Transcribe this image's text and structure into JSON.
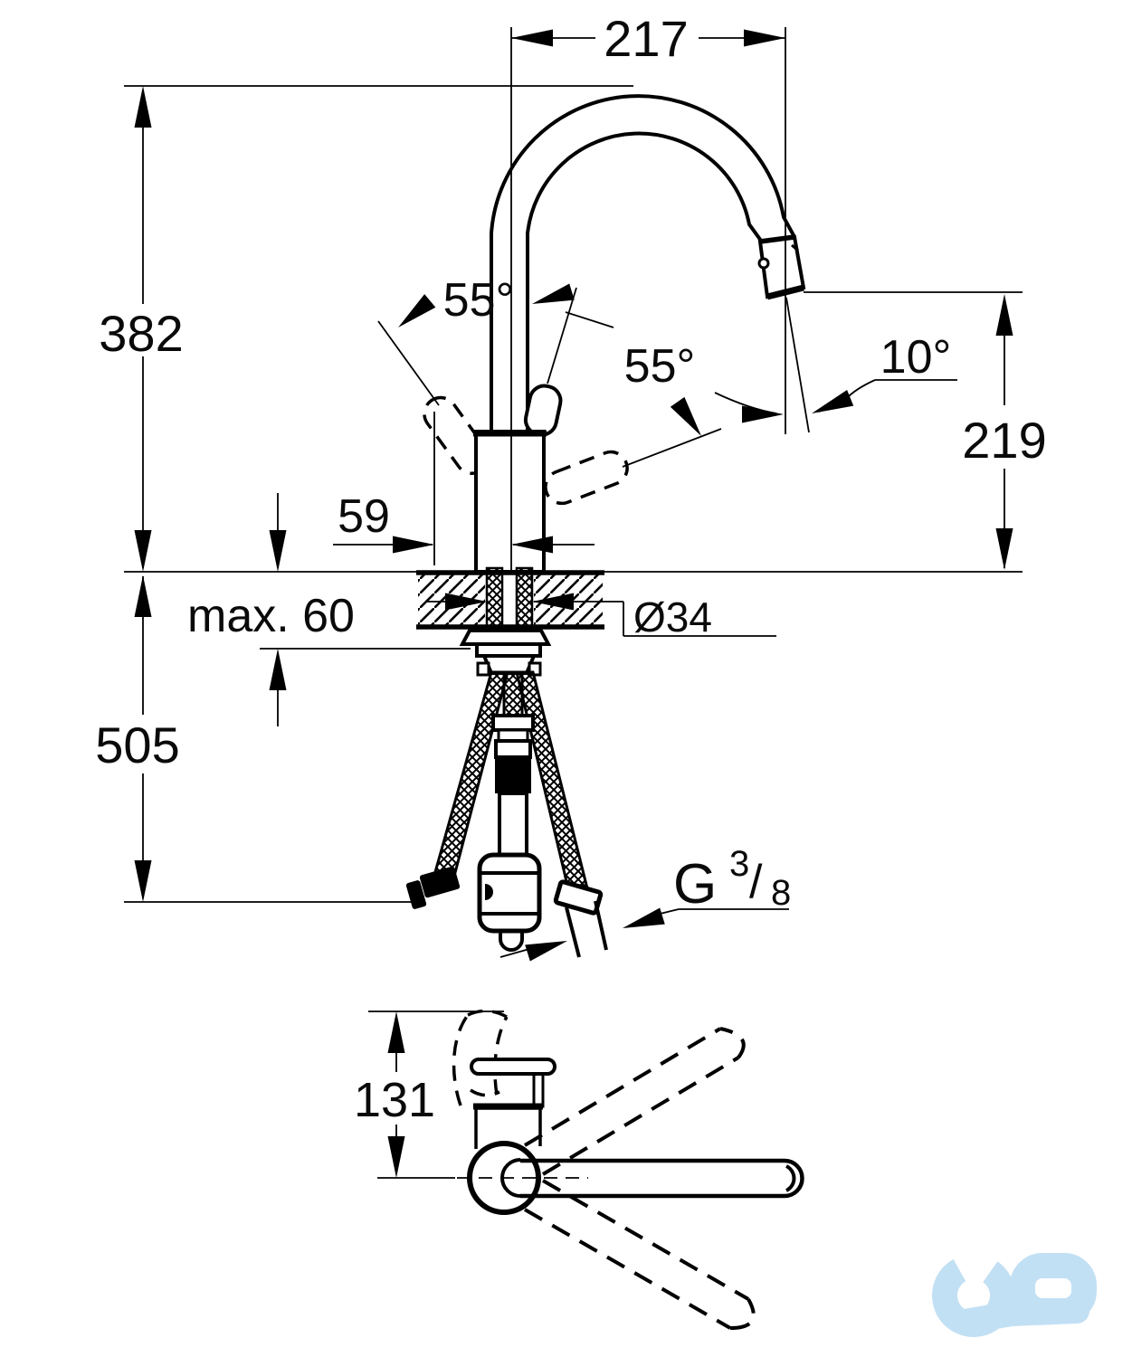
{
  "drawing": {
    "kind": "technical dimension drawing",
    "subject": "single-lever kitchen mixer tap with pull-out spray, front installation view and plan view",
    "line_color": "#000000",
    "watermark_color": "#c2e0f4"
  },
  "dims": {
    "reach": "217",
    "total_height": "382",
    "swing_left": "55°",
    "swing_right": "55°",
    "head_angle": "10°",
    "outlet_height": "219",
    "body_width": "59",
    "deck_thickness": "max. 60",
    "hole_diameter": "Ø34",
    "hose_length": "505",
    "thread_g": "G",
    "thread_sup": "3",
    "thread_slash": "/",
    "thread_sub": "8",
    "plan_depth": "131"
  }
}
